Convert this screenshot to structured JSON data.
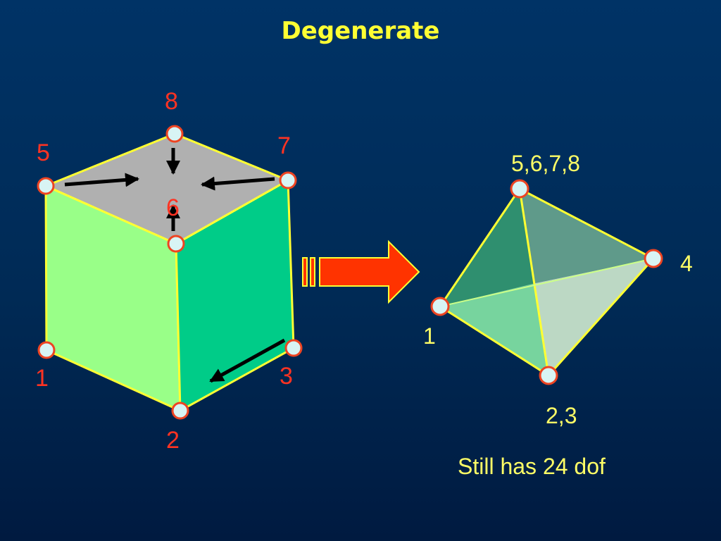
{
  "title": "Degenerate",
  "cube": {
    "labels": {
      "n1": "1",
      "n2": "2",
      "n3": "3",
      "n5": "5",
      "n6": "6",
      "n7": "7",
      "n8": "8"
    }
  },
  "tetra": {
    "labels": {
      "top": "5,6,7,8",
      "right": "4",
      "left": "1",
      "bottom": "2,3"
    }
  },
  "caption": "Still has 24 dof",
  "colors": {
    "background": "#003366",
    "title": "#ffff33",
    "cube_top": "#b0b0b0",
    "cube_left": "#99ff88",
    "cube_right": "#00cc88",
    "arrow": "#ff3300",
    "node_fill": "#d8f4f4",
    "node_stroke": "#ee4422",
    "label_red": "#ff3322",
    "label_yellow": "#ffff66"
  }
}
